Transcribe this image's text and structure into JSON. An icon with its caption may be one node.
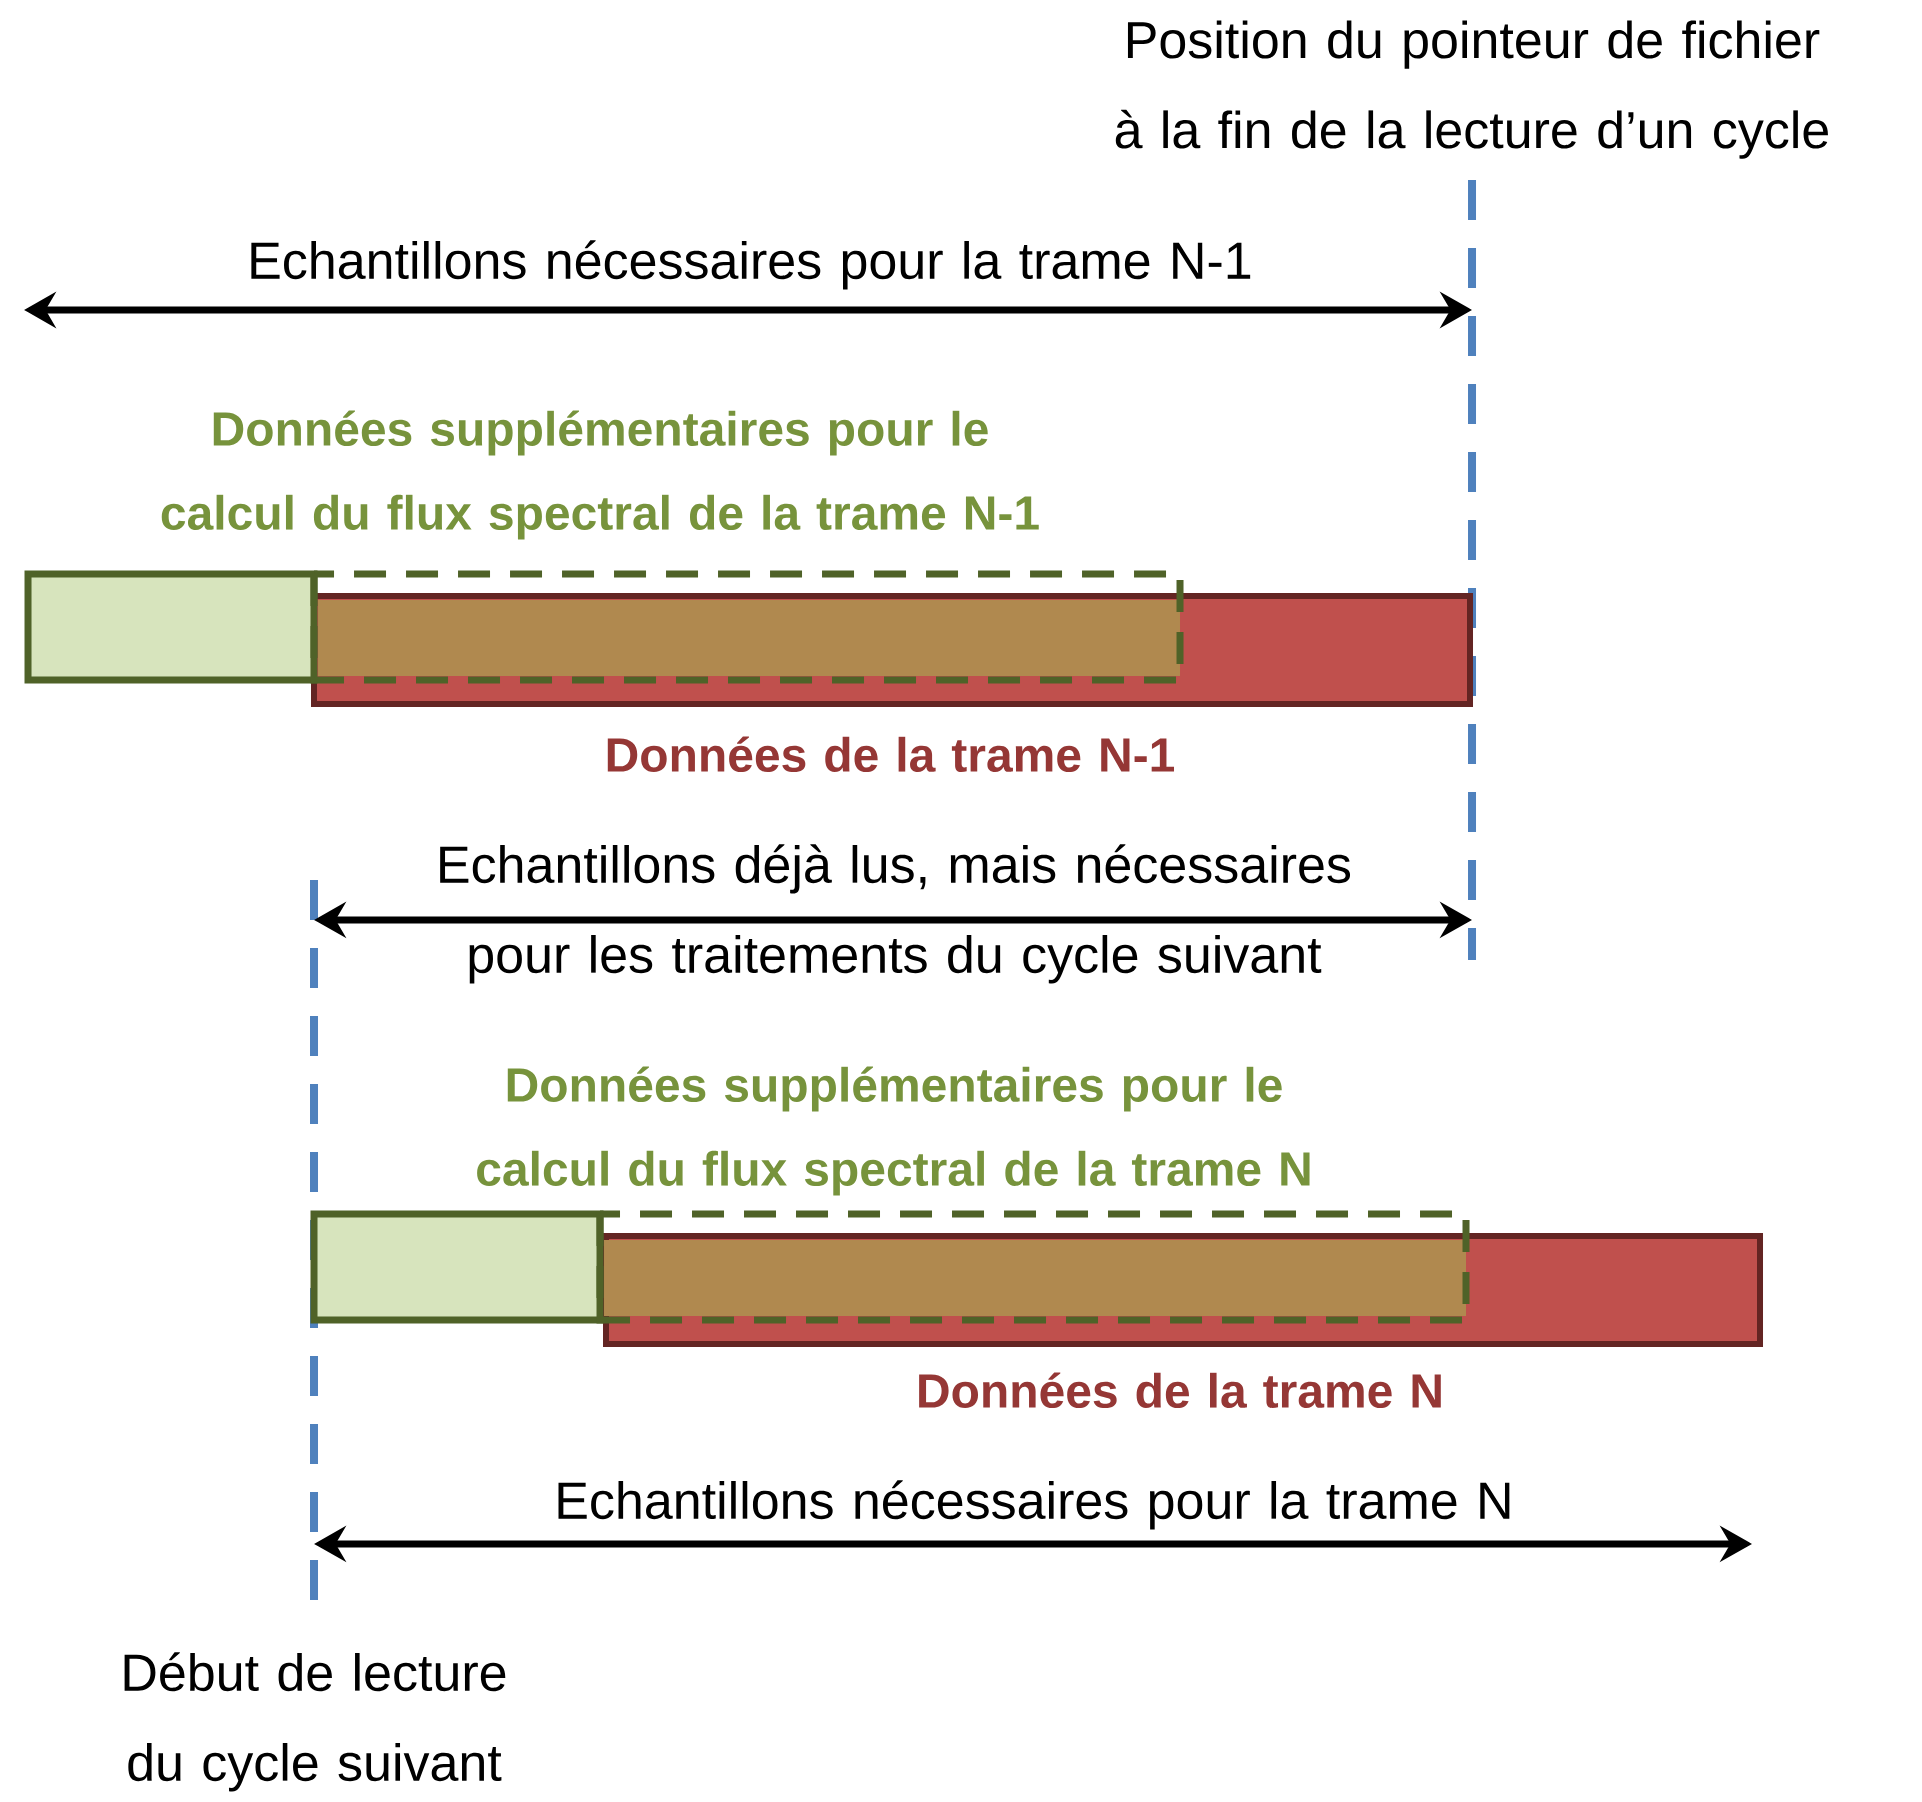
{
  "diagram": {
    "labels": [
      "Position du pointeur de fichier à la fin de la lecture d’un cycle",
      "Echantillons nécessaires pour la trame N-1",
      "Données supplémentaires pour le calcul du flux spectral de la trame N-1",
      "Données de la trame N-1",
      "Echantillons déjà lus, mais nécessaires pour les traitements du cycle suivant",
      "Données supplémentaires pour le calcul du flux spectral de la trame N",
      "Données de la trame N",
      "Echantillons nécessaires pour la trame N",
      "Début de lecture du cycle suivant"
    ]
  }
}
